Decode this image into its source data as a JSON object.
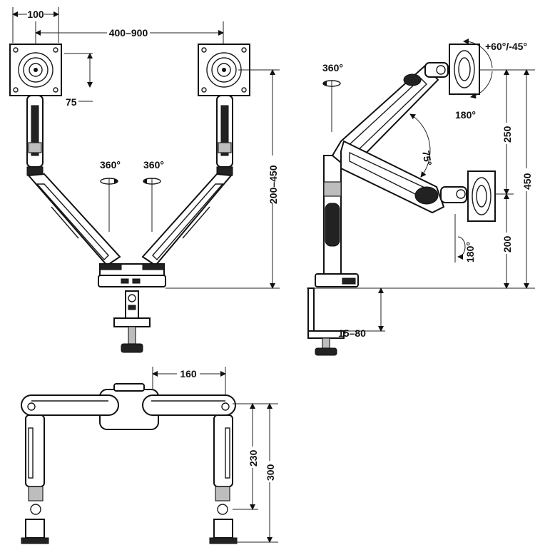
{
  "front_view": {
    "vesa_width": "100",
    "arm_span": "400–900",
    "vesa_height": "75",
    "rotate_left": "360°",
    "rotate_right": "360°",
    "height_range": "200–450"
  },
  "side_view": {
    "base_rotation": "360°",
    "tilt": "+60°/-45°",
    "rotation_top": "180°",
    "arm_angle": "75°",
    "rotation_bottom": "180°",
    "upper_segment": "250",
    "total_height": "450",
    "lower_segment": "200",
    "desk_thickness": "15–80"
  },
  "top_view": {
    "center_offset": "160",
    "arm_depth_inner": "230",
    "arm_depth_outer": "300"
  },
  "icons": [
    "rotation-arrow-icon",
    "vesa-plate-icon",
    "clamp-icon"
  ]
}
